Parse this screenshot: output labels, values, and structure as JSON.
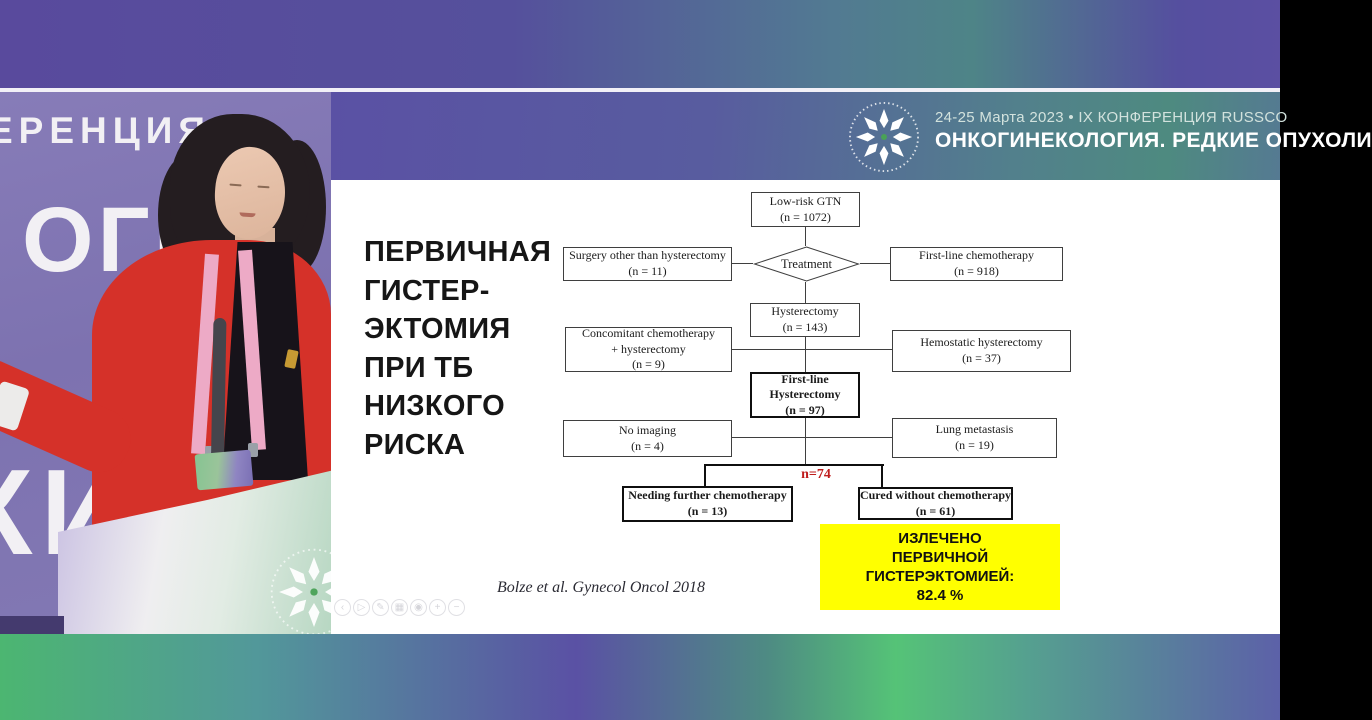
{
  "banner": {
    "date_line": "24-25 Марта 2023 • IX КОНФЕРЕНЦИЯ RUSSCO",
    "title_line": "ОНКОГИНЕКОЛОГИЯ. РЕДКИЕ ОПУХОЛИ",
    "logo_name": "russco-star-logo"
  },
  "video": {
    "backdrop_text_top": "ЕРЕНЦИЯ R",
    "backdrop_text_mid": "ОГИ",
    "backdrop_text_bottom": "КИ"
  },
  "slide": {
    "title_lines": [
      "ПЕРВИЧНАЯ",
      "ГИСТЕР-",
      "ЭКТОМИЯ",
      "ПРИ ТБ",
      "НИЗКОГО",
      "РИСКА"
    ],
    "citation": "Bolze et al. Gynecol Oncol 2018",
    "cure_box": {
      "line1": "ИЗЛЕЧЕНО",
      "line2": "ПЕРВИЧНОЙ",
      "line3": "ГИСТЕРЭКТОМИЕЙ:",
      "line4": "82.4 %",
      "bg_color": "#ffff00"
    },
    "toolbar_icons": [
      {
        "name": "back",
        "glyph": "‹"
      },
      {
        "name": "play",
        "glyph": "▷"
      },
      {
        "name": "pen",
        "glyph": "✎"
      },
      {
        "name": "apps",
        "glyph": "▦"
      },
      {
        "name": "laser",
        "glyph": "◉"
      },
      {
        "name": "zoom-in",
        "glyph": "+"
      },
      {
        "name": "zoom-out",
        "glyph": "−"
      }
    ]
  },
  "flowchart": {
    "type": "flow-diagram",
    "nodes": {
      "low_risk": {
        "line1": "Low-risk GTN",
        "line2": "(n = 1072)"
      },
      "treatment": {
        "label": "Treatment"
      },
      "surgery_other": {
        "line1": "Surgery other than hysterectomy",
        "line2": "(n = 11)"
      },
      "first_line_chemo": {
        "line1": "First-line chemotherapy",
        "line2": "(n = 918)"
      },
      "hysterectomy": {
        "line1": "Hysterectomy",
        "line2": "(n = 143)"
      },
      "concomitant": {
        "line1": "Concomitant chemotherapy",
        "line2": "+ hysterectomy",
        "line3": "(n = 9)"
      },
      "hemostatic": {
        "line1": "Hemostatic hysterectomy",
        "line2": "(n = 37)"
      },
      "first_line_hyst": {
        "line1": "First-line",
        "line2": "Hysterectomy",
        "line3": "(n = 97)"
      },
      "no_imaging": {
        "line1": "No imaging",
        "line2": "(n = 4)"
      },
      "lung_metastasis": {
        "line1": "Lung metastasis",
        "line2": "(n = 19)"
      },
      "needing_chemo": {
        "line1": "Needing further chemotherapy",
        "line2": "(n = 13)"
      },
      "cured": {
        "line1": "Cured without chemotherapy",
        "line2": "(n = 61)"
      }
    },
    "annotation": {
      "text": "n=74",
      "color": "#bf1d1d"
    }
  },
  "colors": {
    "top_bar_purple": "#594a9d",
    "bottom_bar_green": "#4cb671",
    "header_teal": "#4e8a80",
    "highlight_yellow": "#ffff00",
    "backdrop_purple": "#7d72b0",
    "jacket_red": "#d53129"
  }
}
